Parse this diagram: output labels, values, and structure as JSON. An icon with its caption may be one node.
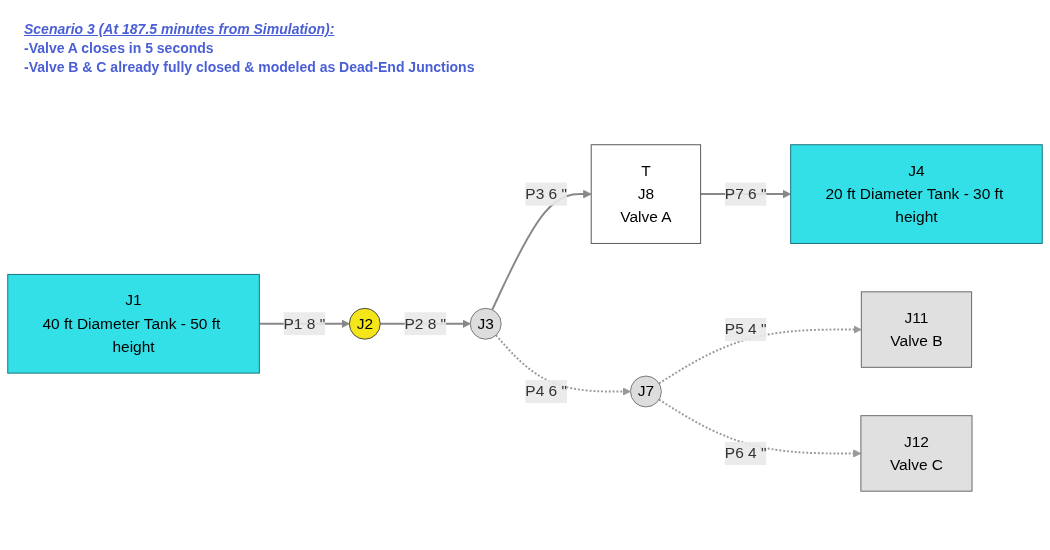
{
  "diagram": {
    "nodes": [
      {
        "text": [
          "J1",
          "40 ft Diameter Tank - 50 ft height"
        ]
      },
      {
        "text": [
          "J2"
        ]
      },
      {
        "text": [
          "J3"
        ]
      },
      {
        "text": [
          "T",
          "J8",
          "Valve A"
        ]
      },
      {
        "text": [
          "J4",
          "20 ft Diameter Tank - 30 ft height"
        ]
      },
      {
        "text": [
          "J7"
        ]
      },
      {
        "text": [
          "J11",
          "Valve B"
        ]
      },
      {
        "text": [
          "J12",
          "Valve C"
        ]
      }
    ],
    "edges": [
      {
        "from": 0,
        "to": 1,
        "arrow": "to",
        "label": "P1 8 \""
      },
      {
        "from": 1,
        "to": 2,
        "arrow": "to",
        "label": "P2 8 \""
      },
      {
        "from": 2,
        "to": 3,
        "arrow": "to",
        "label": "P3 6 \""
      },
      {
        "from": 3,
        "to": 4,
        "arrow": "to",
        "label": "P7 6 \""
      },
      {
        "from": 2,
        "to": 5,
        "arrow": "to",
        "label": "P4 6 \"",
        "style": "dashed"
      },
      {
        "from": 5,
        "to": 6,
        "arrow": "to",
        "label": "P5 4 \"",
        "style": "dashed"
      },
      {
        "from": 5,
        "to": 7,
        "arrow": "to",
        "label": "P6 4 \"",
        "style": "dashed"
      }
    ],
    "labels": [
      "Scenario 3 (At 187.5 minutes from Simulation):",
      "-Valve A closes in 5 seconds",
      "-Valve B & C already fully closed & modeled as Dead-End Junctions"
    ]
  }
}
